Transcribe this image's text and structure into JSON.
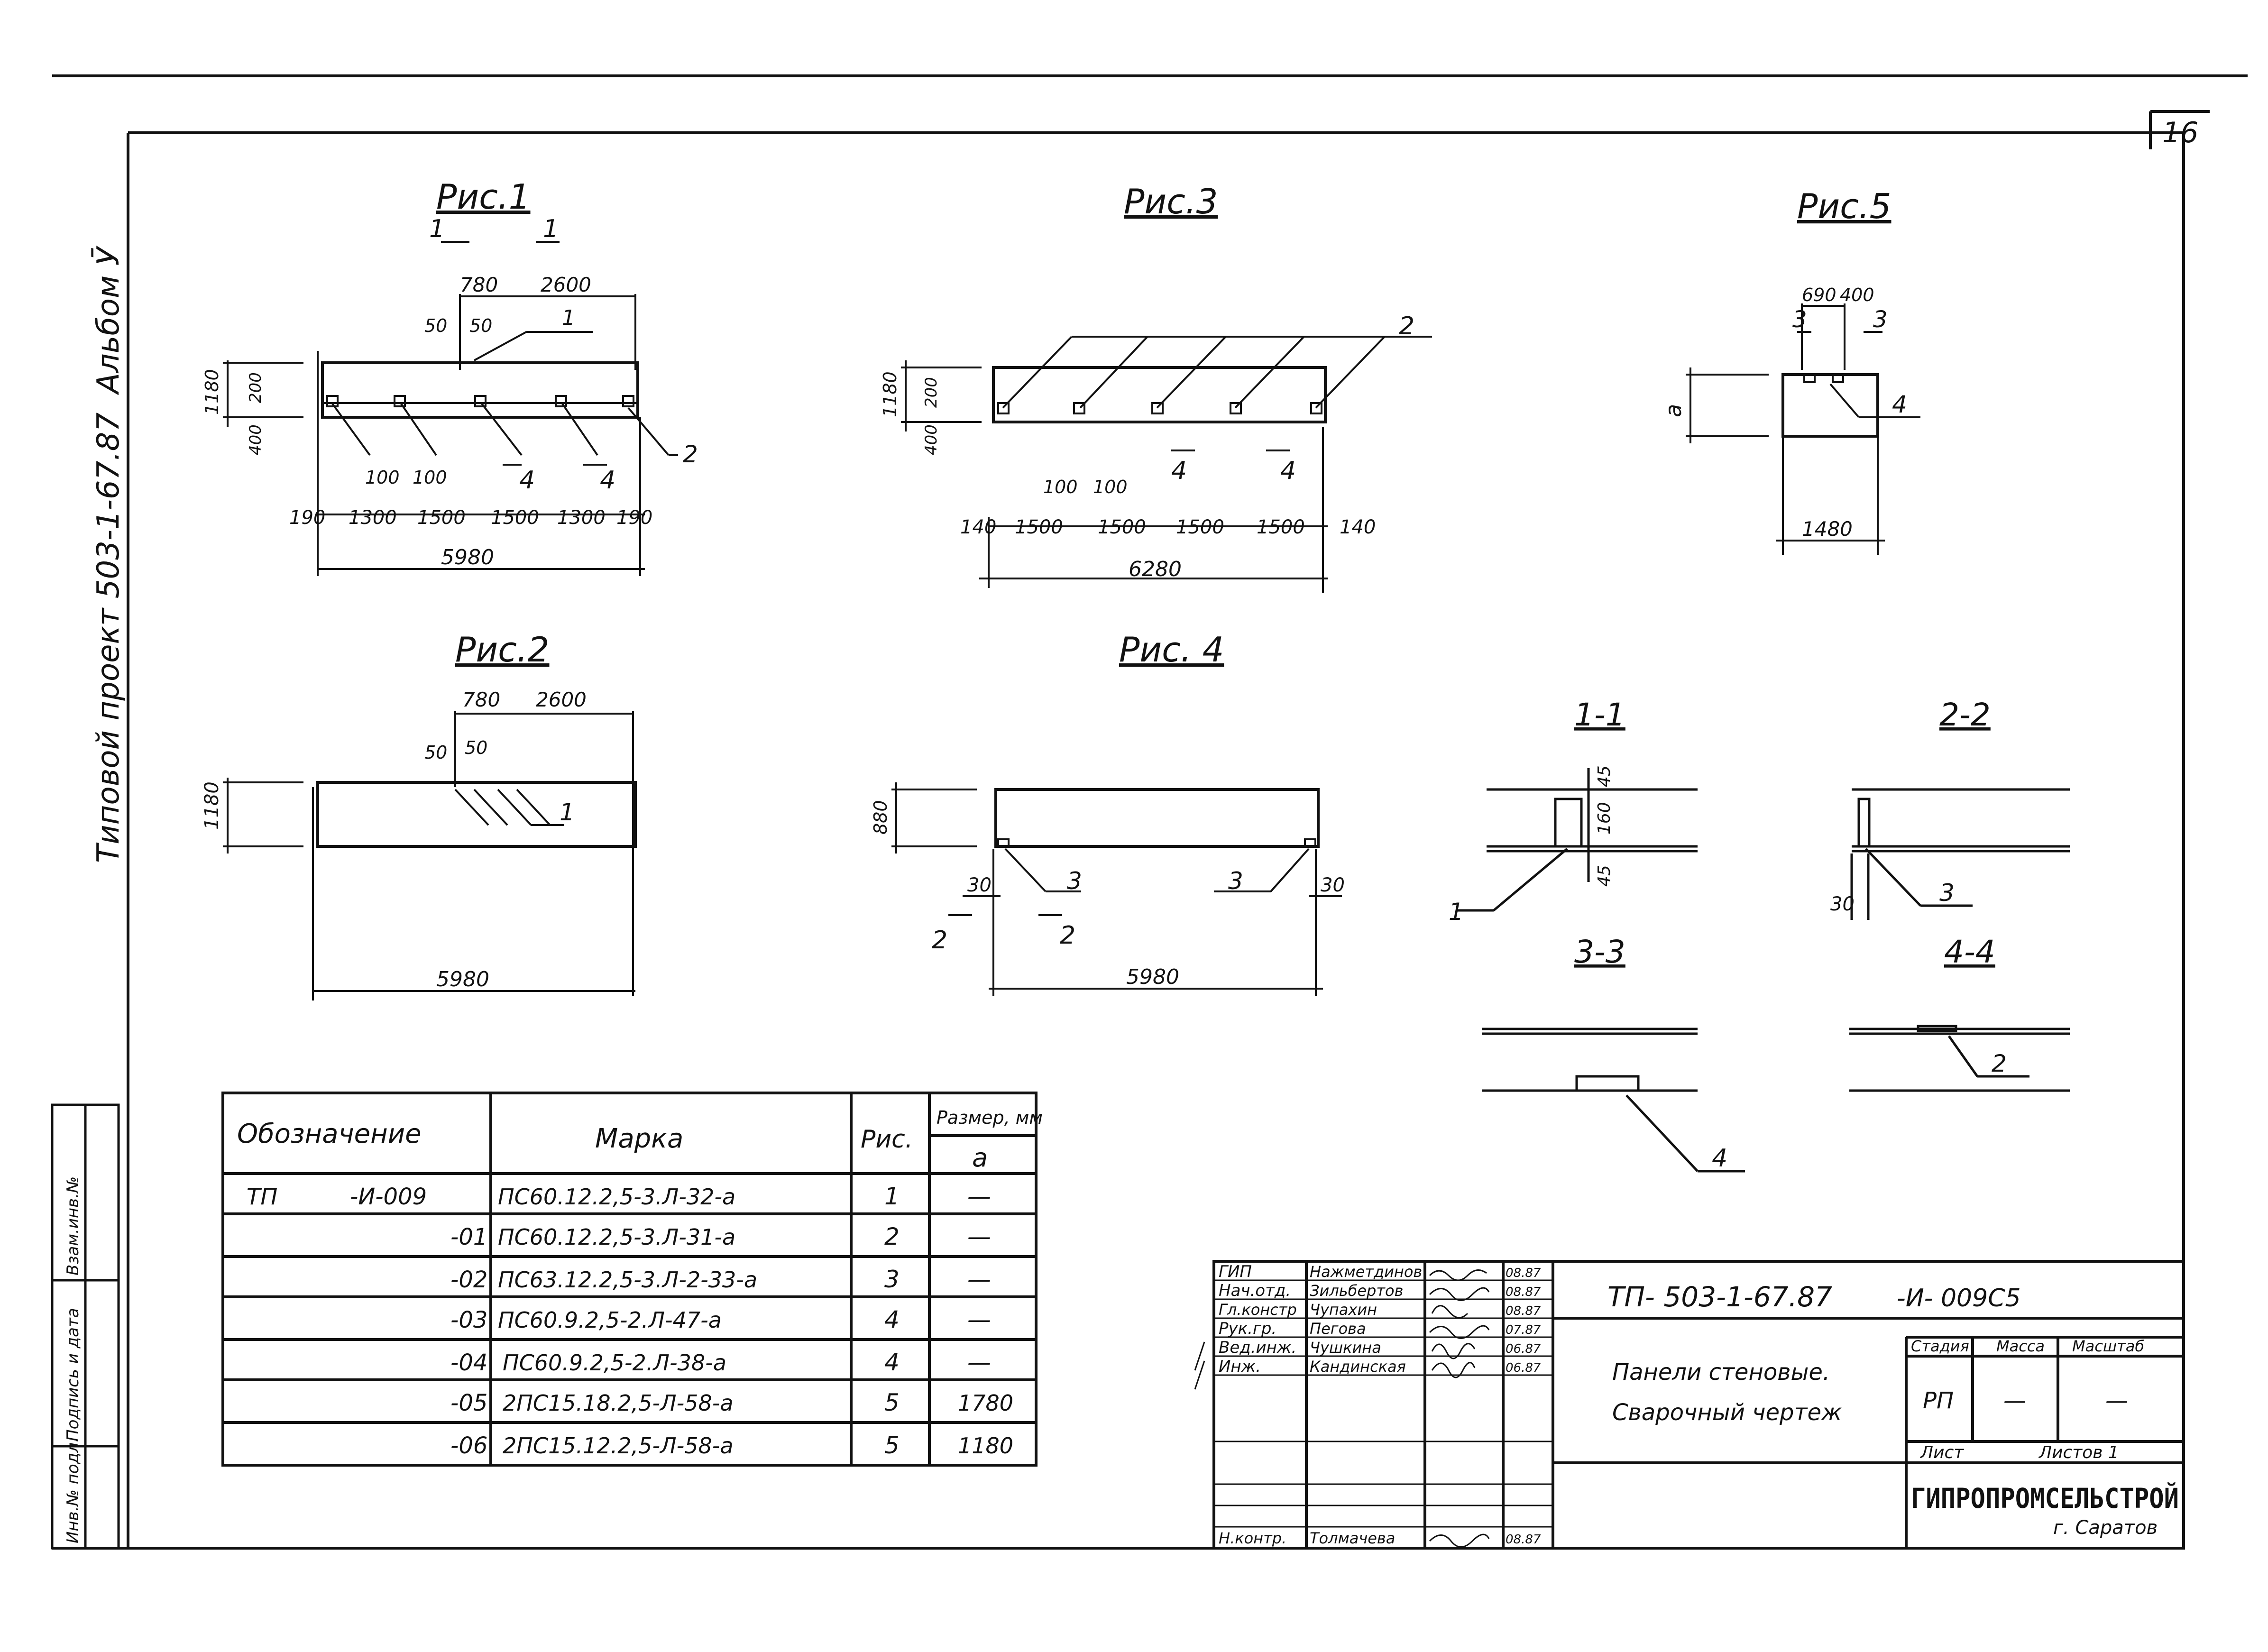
{
  "sheet_number": "16",
  "left_margin": {
    "album": "Альбом Ӯ",
    "project": "Типовой проект 503-1-67.87",
    "stamp_cells": [
      "Взам.инв.№",
      "Подпись и дата",
      "Инв.№ подл."
    ]
  },
  "figures": {
    "fig1": {
      "title": "Рис.1",
      "section_marks": [
        "1",
        "1",
        "4",
        "4"
      ],
      "dims": [
        "780",
        "2600",
        "50",
        "50",
        "1180",
        "200",
        "400",
        "100",
        "100",
        "190",
        "1300",
        "1500",
        "1500",
        "1300",
        "190",
        "5980"
      ],
      "callouts": [
        "1",
        "2"
      ]
    },
    "fig2": {
      "title": "Рис.2",
      "dims": [
        "780",
        "2600",
        "50",
        "50",
        "1180",
        "5980"
      ],
      "callouts": [
        "1"
      ]
    },
    "fig3": {
      "title": "Рис.3",
      "section_marks": [
        "4",
        "4"
      ],
      "dims": [
        "1180",
        "200",
        "400",
        "100",
        "100",
        "140",
        "1500",
        "1500",
        "1500",
        "1500",
        "140",
        "6280"
      ],
      "callouts": [
        "2"
      ]
    },
    "fig4": {
      "title": "Рис. 4",
      "section_marks": [
        "2",
        "2"
      ],
      "dims": [
        "880",
        "30",
        "30",
        "5980"
      ],
      "callouts": [
        "3",
        "3"
      ]
    },
    "fig5": {
      "title": "Рис.5",
      "section_marks": [
        "3",
        "3"
      ],
      "dims": [
        "690",
        "400",
        "a",
        "1480"
      ],
      "callouts": [
        "4"
      ]
    },
    "sec11": {
      "title": "1-1",
      "dims": [
        "45",
        "160",
        "45"
      ],
      "callouts": [
        "1"
      ]
    },
    "sec22": {
      "title": "2-2",
      "dims": [
        "30"
      ],
      "callouts": [
        "3"
      ]
    },
    "sec33": {
      "title": "3-3",
      "callouts": [
        "4"
      ]
    },
    "sec44": {
      "title": "4-4",
      "callouts": [
        "2"
      ]
    }
  },
  "spec_table": {
    "headers": [
      "Обозначение",
      "Марка",
      "Рис.",
      "Размер, мм",
      "a"
    ],
    "rows": [
      [
        "ТП          -И-009",
        "ПС60.12.2,5-3.Л-32-а",
        "1",
        "—"
      ],
      [
        "-01",
        "ПС60.12.2,5-3.Л-31-а",
        "2",
        "—"
      ],
      [
        "-02",
        "ПС63.12.2,5-3.Л-2-33-а",
        "3",
        "—"
      ],
      [
        "-03",
        "ПС60.9.2,5-2.Л-47-а",
        "4",
        "—"
      ],
      [
        "-04",
        "ПС60.9.2,5-2.Л-38-а",
        "4",
        "—"
      ],
      [
        "-05",
        "2ПС15.18.2,5-Л-58-а",
        "5",
        "1780"
      ],
      [
        "-06",
        "2ПС15.12.2,5-Л-58-а",
        "5",
        "1180"
      ]
    ]
  },
  "title_block": {
    "staff": [
      [
        "ГИП",
        "Нажметдинов",
        "08.87"
      ],
      [
        "Нач.отд.",
        "Зильбертов",
        "08.87"
      ],
      [
        "Гл.констр",
        "Чупахин",
        "08.87"
      ],
      [
        "Рук.гр.",
        "Пегова",
        "07.87"
      ],
      [
        "Вед.инж.",
        "Чушкина",
        "06.87"
      ],
      [
        "Инж.",
        "Кандинская",
        "06.87"
      ],
      [
        "",
        "",
        ""
      ],
      [
        "",
        "",
        ""
      ],
      [
        "",
        "",
        ""
      ],
      [
        "Н.контр.",
        "Толмачева",
        "08.87"
      ]
    ],
    "code": "ТП- 503-1-67.87",
    "doc": "-И- 009С5",
    "name_line1": "Панели стеновые.",
    "name_line2": "Сварочный чертеж",
    "stage_headers": [
      "Стадия",
      "Масса",
      "Масштаб"
    ],
    "stage_values": [
      "РП",
      "—",
      "—"
    ],
    "sheet_label": "Лист",
    "sheets_label": "Листов 1",
    "org": "ГИПРОПРОМСЕЛЬСТРОЙ",
    "city": "г. Саратов"
  }
}
